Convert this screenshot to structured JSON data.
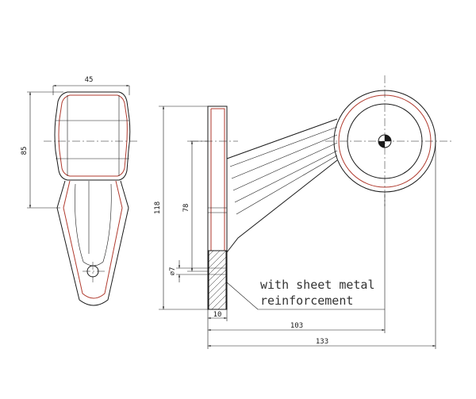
{
  "dimensions": {
    "d45": "45",
    "d85": "85",
    "d118": "118",
    "d78": "78",
    "d7": "⌀7",
    "d10": "10",
    "d103": "103",
    "d133": "133"
  },
  "note": {
    "line1": "with sheet metal",
    "line2": "reinforcement"
  },
  "colors": {
    "outline": "#1a1a1a",
    "accent_red": "#b03a2e"
  }
}
